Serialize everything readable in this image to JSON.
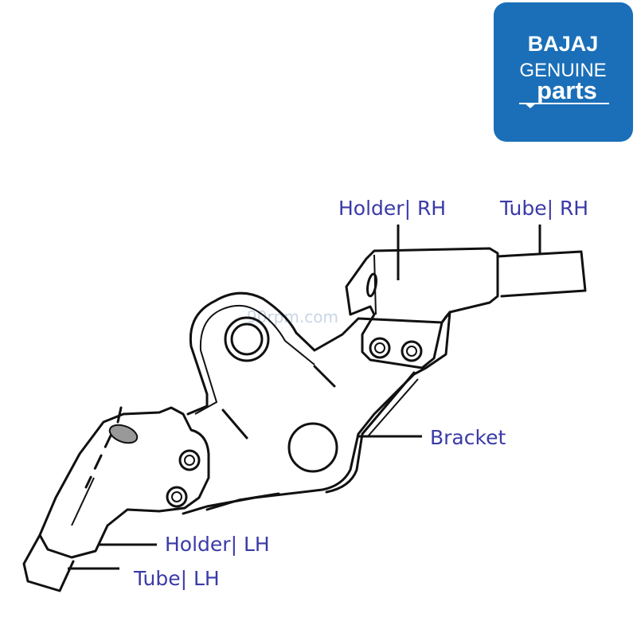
{
  "logo": {
    "brand": "BAJAJ",
    "line2": "GENUINE",
    "line3": "parts",
    "color": "#1a6fb8"
  },
  "watermark": "90rpm.com",
  "labels": {
    "holder_rh": "Holder| RH",
    "tube_rh": "Tube| RH",
    "bracket": "Bracket",
    "holder_lh": "Holder| LH",
    "tube_lh": "Tube| LH"
  },
  "label_color": "#3a3aa8"
}
